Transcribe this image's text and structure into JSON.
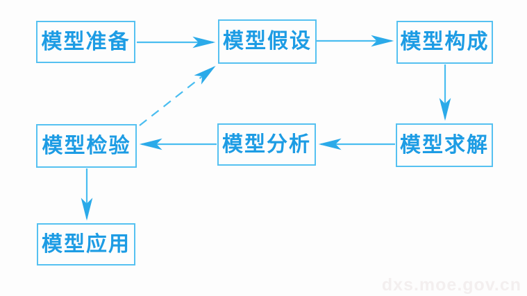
{
  "diagram": {
    "type": "flowchart",
    "nodes": [
      {
        "id": "prepare",
        "label": "模型准备"
      },
      {
        "id": "assume",
        "label": "模型假设"
      },
      {
        "id": "construct",
        "label": "模型构成"
      },
      {
        "id": "verify",
        "label": "模型检验"
      },
      {
        "id": "analyze",
        "label": "模型分析"
      },
      {
        "id": "solve",
        "label": "模型求解"
      },
      {
        "id": "apply",
        "label": "模型应用"
      }
    ],
    "edges": [
      {
        "from": "模型准备",
        "to": "模型假设",
        "style": "solid"
      },
      {
        "from": "模型假设",
        "to": "模型构成",
        "style": "solid"
      },
      {
        "from": "模型构成",
        "to": "模型求解",
        "style": "solid"
      },
      {
        "from": "模型求解",
        "to": "模型分析",
        "style": "solid"
      },
      {
        "from": "模型分析",
        "to": "模型检验",
        "style": "solid"
      },
      {
        "from": "模型检验",
        "to": "模型假设",
        "style": "dashed"
      },
      {
        "from": "模型检验",
        "to": "模型应用",
        "style": "solid"
      }
    ],
    "colors": {
      "box_border": "#55c1f1",
      "box_text": "#1d9ce4",
      "arrow_line": "#49bdf0",
      "arrow_head": "#2baae9",
      "watermark": "#f3efef"
    },
    "watermark": "dxs.moe.gov.cn"
  }
}
